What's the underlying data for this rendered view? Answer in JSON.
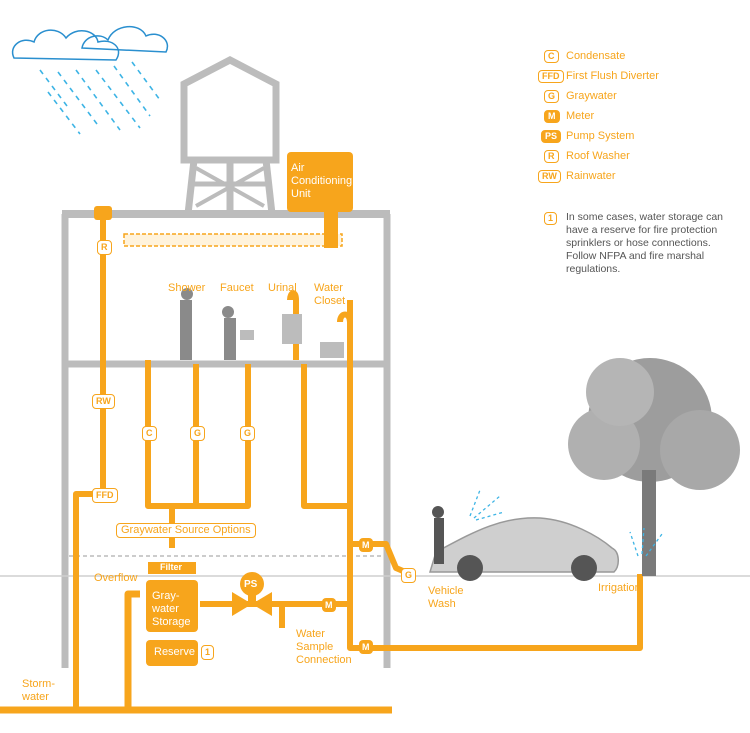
{
  "legend": [
    {
      "key": "C",
      "label": "Condensate",
      "style": "outline"
    },
    {
      "key": "FFD",
      "label": "First Flush Diverter",
      "style": "outline"
    },
    {
      "key": "G",
      "label": "Graywater",
      "style": "outline"
    },
    {
      "key": "M",
      "label": "Meter",
      "style": "solid"
    },
    {
      "key": "PS",
      "label": "Pump System",
      "style": "solid"
    },
    {
      "key": "R",
      "label": "Roof Washer",
      "style": "outline"
    },
    {
      "key": "RW",
      "label": "Rainwater",
      "style": "outline"
    }
  ],
  "note": {
    "marker": "1",
    "text": "In some cases, water storage can have a reserve for fire protection sprinklers or hose connections. Follow NFPA and fire marshal regulations."
  },
  "labels": {
    "ac_unit": "Air Conditioning Unit",
    "shower": "Shower",
    "faucet": "Faucet",
    "urinal": "Urinal",
    "water_closet": "Water Closet",
    "graywater_source": "Graywater Source Options",
    "filter": "Filter",
    "overflow": "Overflow",
    "storage": "Gray-water Storage",
    "reserve": "Reserve",
    "reserve_marker": "1",
    "pump": "PS",
    "water_sample": "Water Sample Connection",
    "vehicle_wash": "Vehicle Wash",
    "irrigation": "Irrigation",
    "stormwater": "Storm-water"
  },
  "pipe_tags": {
    "r": "R",
    "rw": "RW",
    "ffd": "FFD",
    "c": "C",
    "g1": "G",
    "g2": "G",
    "g_wash": "G",
    "m1": "M",
    "m2": "M",
    "m3": "M"
  },
  "colors": {
    "orange": "#f7a51c",
    "building": "#bcbcbc",
    "rain": "#3db4e5",
    "cloud": "#2a8fcf"
  }
}
